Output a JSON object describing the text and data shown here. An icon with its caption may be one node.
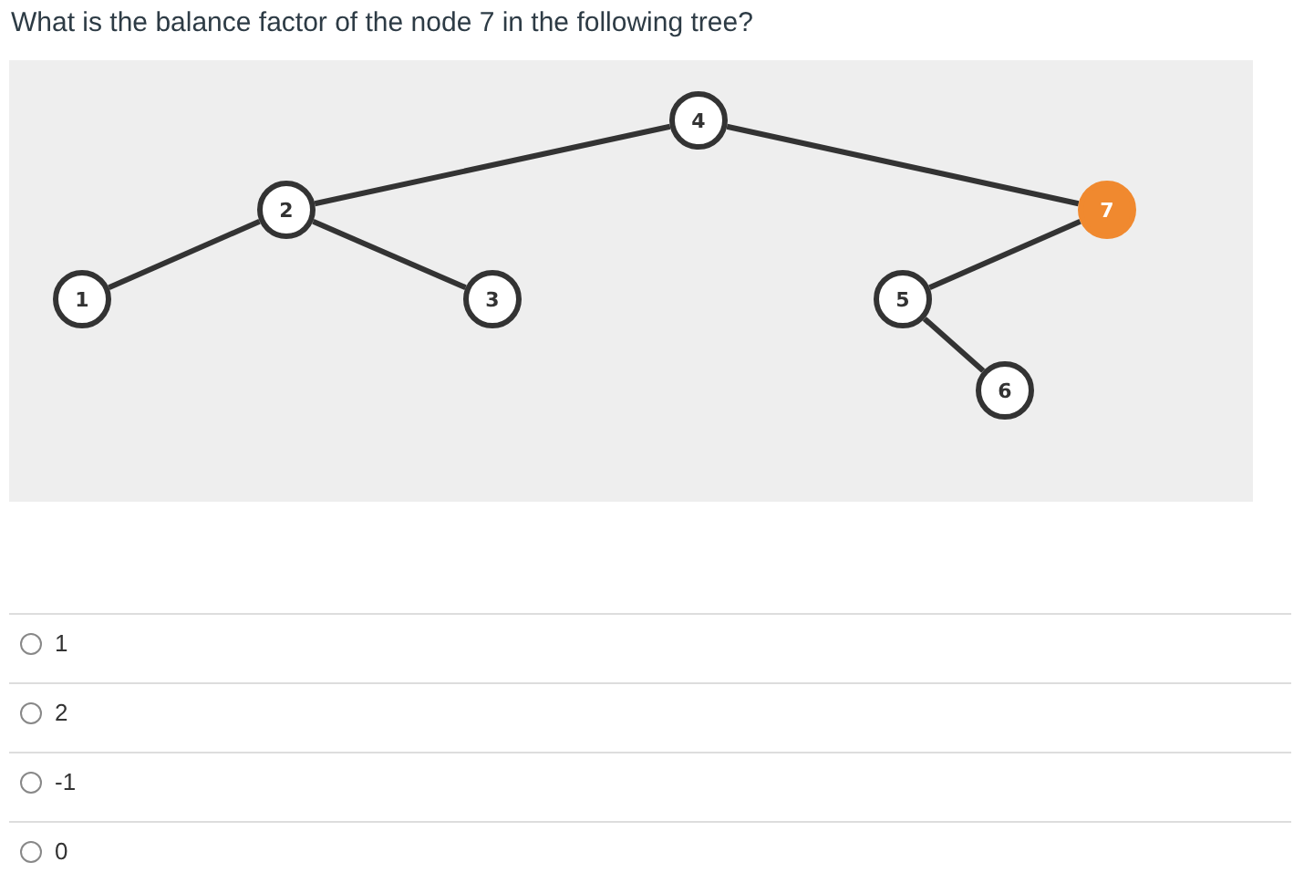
{
  "diagram": {
    "title": "What is the balance factor of the node 7 in the following tree?",
    "nodes": [
      {
        "text": [
          "4"
        ]
      },
      {
        "text": [
          "2"
        ]
      },
      {
        "text": [
          "7"
        ]
      },
      {
        "text": [
          "1"
        ]
      },
      {
        "text": [
          "3"
        ]
      },
      {
        "text": [
          "5"
        ]
      },
      {
        "text": [
          "6"
        ]
      }
    ],
    "edges": [
      {
        "from": 0,
        "to": 1,
        "arrow": "none"
      },
      {
        "from": 0,
        "to": 2,
        "arrow": "none"
      },
      {
        "from": 1,
        "to": 3,
        "arrow": "none"
      },
      {
        "from": 1,
        "to": 4,
        "arrow": "none"
      },
      {
        "from": 2,
        "to": 5,
        "arrow": "none"
      },
      {
        "from": 5,
        "to": 6,
        "arrow": "none"
      }
    ],
    "labels": [
      "1",
      "2",
      "-1",
      "0"
    ]
  }
}
